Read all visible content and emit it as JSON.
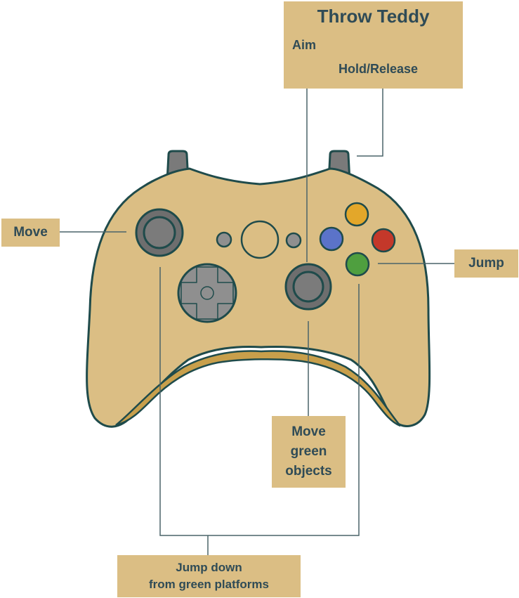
{
  "colors": {
    "body": "#dbbe84",
    "shadow": "#c89f4b",
    "outline": "#1f4b4b",
    "stick": "#6e6e6e",
    "stick_inner": "#7b7b7b",
    "dpad": "#8f8f8f",
    "bumper": "#8c8c8c",
    "button_y": "#e3a72a",
    "button_x": "#5b73c9",
    "button_b": "#c4382a",
    "button_a": "#4f9f3f",
    "label_bg": "#dbbe84",
    "label_text": "#2f4b56",
    "line": "#4a6469"
  },
  "labels": {
    "throw_teddy": {
      "title": "Throw Teddy",
      "aim": "Aim",
      "hold_release": "Hold/Release"
    },
    "move": "Move",
    "jump": "Jump",
    "move_green": [
      "Move",
      "green",
      "objects"
    ],
    "jump_down": [
      "Jump down",
      "from green platforms"
    ]
  }
}
